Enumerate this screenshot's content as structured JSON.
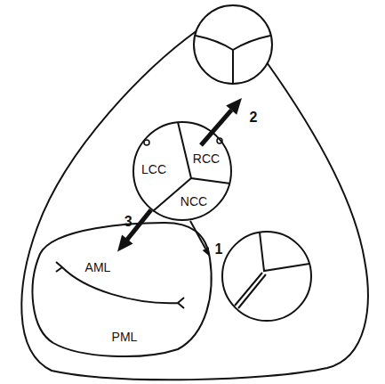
{
  "diagram": {
    "nodes": [
      {
        "text": [
          "LCC",
          "RCC",
          "NCC"
        ]
      },
      {
        "text": [
          "AML",
          "PML"
        ]
      }
    ],
    "edges": [
      {
        "from": 0,
        "to": 1,
        "arrow": "to",
        "label": "3"
      }
    ],
    "labels": [
      "1",
      "2"
    ]
  }
}
